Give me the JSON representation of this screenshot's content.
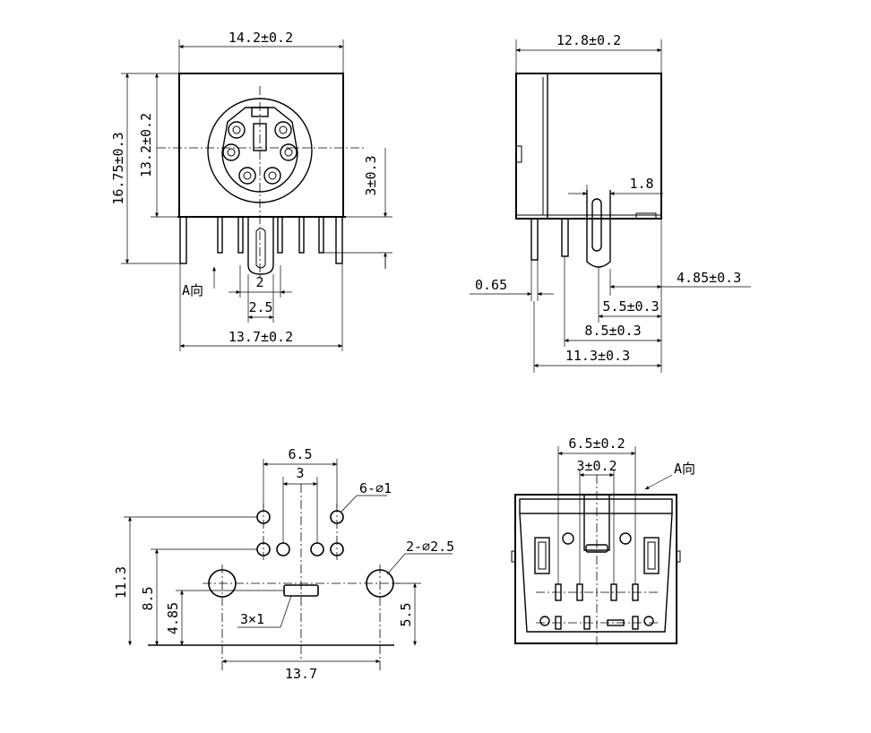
{
  "front_view": {
    "width_top": "14.2±0.2",
    "height_total": "16.75±0.3",
    "height_body": "13.2±0.2",
    "pin_height": "3±0.3",
    "pin_pitch": "2",
    "pin_span": "2.5",
    "width_bottom": "13.7±0.2",
    "direction": "A向"
  },
  "side_view": {
    "depth": "12.8±0.2",
    "tab_width": "1.8",
    "pin_thickness": "0.65",
    "dim_485": "4.85±0.3",
    "dim_55": "5.5±0.3",
    "dim_85": "8.5±0.3",
    "dim_113": "11.3±0.3"
  },
  "pcb_layout": {
    "hole_span": "6.5",
    "hole_pitch": "3",
    "small_holes": "6-⌀1",
    "large_holes": "2-⌀2.5",
    "height_113": "11.3",
    "height_85": "8.5",
    "height_485": "4.85",
    "height_55": "5.5",
    "slot": "3×1",
    "width": "13.7"
  },
  "bottom_view": {
    "span": "6.5±0.2",
    "pitch": "3±0.2",
    "direction": "A向"
  }
}
